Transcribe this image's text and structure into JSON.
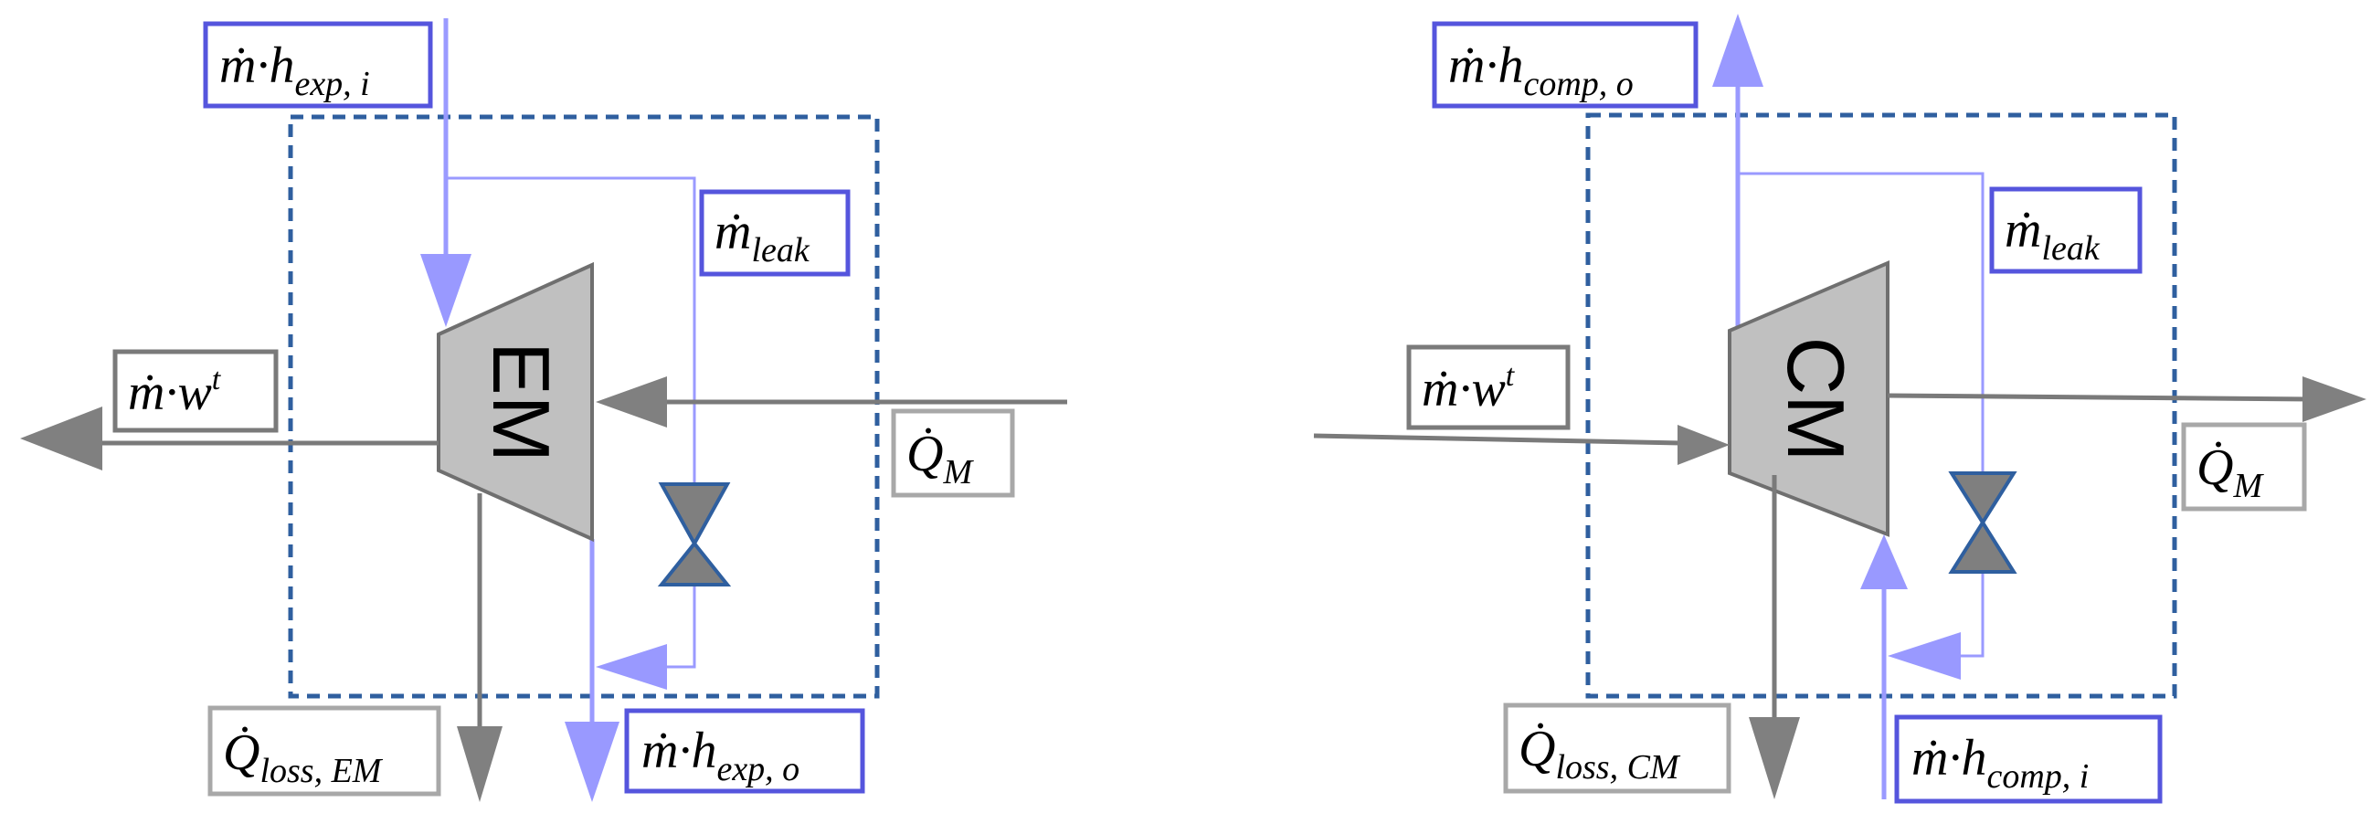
{
  "colors": {
    "flow": "#9999ff",
    "flow_line": "#9a9aff",
    "heat": "#7a7a7a",
    "heat_arrow": "#808080",
    "machine_fill": "#c0c0c0",
    "machine_stroke": "#6f6f6f",
    "boundary": "#2f5f9f",
    "box_flow": "#5555dd",
    "box_heat": "#a8a8a8",
    "valve_fill": "#7f7f7f",
    "valve_stroke": "#2f5f9f"
  },
  "expander": {
    "machine_label": "EM",
    "inlet_label": {
      "main": "ṁ·h",
      "sub": "exp, i"
    },
    "outlet_label": {
      "main": "ṁ·h",
      "sub": "exp, o"
    },
    "leak_label": {
      "main": "ṁ",
      "sub": "leak"
    },
    "work_label": {
      "main": "ṁ·w",
      "sup": "t"
    },
    "heat_label": {
      "main": "Q̇",
      "sub": "M"
    },
    "loss_label": {
      "main": "Q̇",
      "sub": "loss, EM"
    }
  },
  "compressor": {
    "machine_label": "CM",
    "outlet_label": {
      "main": "ṁ·h",
      "sub": "comp, o"
    },
    "inlet_label": {
      "main": "ṁ·h",
      "sub": "comp, i"
    },
    "leak_label": {
      "main": "ṁ",
      "sub": "leak"
    },
    "work_label": {
      "main": "ṁ·w",
      "sup": "t"
    },
    "heat_label": {
      "main": "Q̇",
      "sub": "M"
    },
    "loss_label": {
      "main": "Q̇",
      "sub": "loss, CM"
    }
  }
}
